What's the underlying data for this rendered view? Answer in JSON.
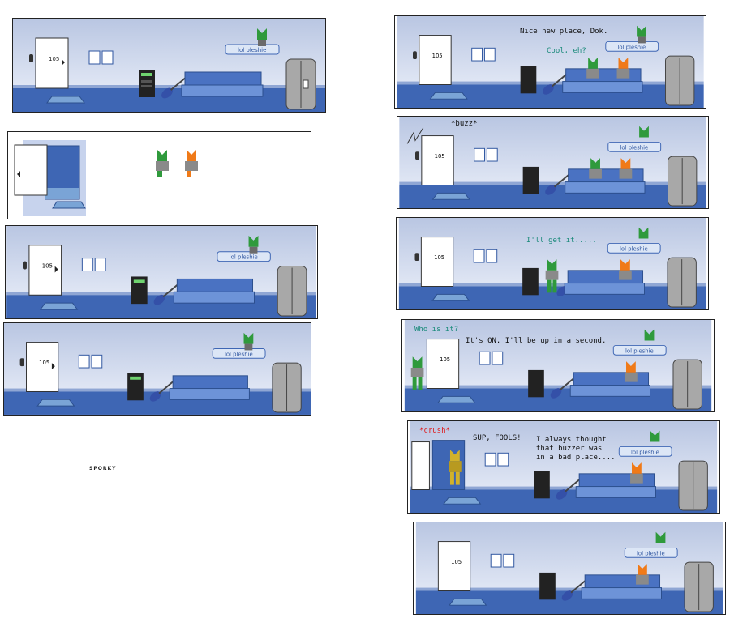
{
  "comic": {
    "signature": "SPORKY",
    "room": {
      "door_number": "105",
      "sign_text": "lol pleshie"
    },
    "captions": {
      "p2_dialog1": "Nice new place, Dok.",
      "p2_dialog2": "Cool, eh?",
      "p4_sound": "*buzz*",
      "p5_dialog": "I'll get it.....",
      "p6_dialog1": "Who is it?",
      "p6_dialog2": "It's ON. I'll be up in a second.",
      "p7_sound": "*crush*",
      "p7_dialog1": "SUP, FOOLS!",
      "p7_dialog2": "I always thought\nthat buzzer was\nin a bad place...."
    },
    "colors": {
      "wall_top": "#b9c6e2",
      "wall_bottom": "#eef2fb",
      "floor": "#3e66b4",
      "couch": "#4a72c2",
      "fridge": "#a8a8a8",
      "green_char": "#2f9a3c",
      "orange_char": "#f07a18",
      "gold_char": "#d2b22a",
      "sound_red": "#e01818",
      "speech_teal": "#1a8a7a"
    }
  }
}
